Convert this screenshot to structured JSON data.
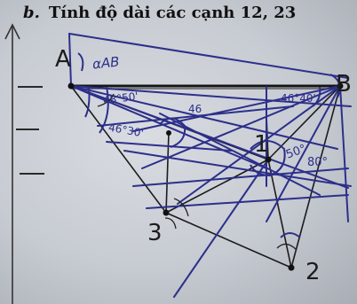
{
  "heading": {
    "part_label": "b.",
    "text": "Tính độ dài các cạnh 12, 23"
  },
  "points": {
    "A": "A",
    "B": "B",
    "p1": "1",
    "p2": "2",
    "p3": "3"
  },
  "annotations": {
    "alpha_ab": "αAB",
    "angle_a1": "48°50'",
    "angle_a2": "46°30'",
    "angle_3": "46",
    "angle_b": "46°40'",
    "angle_1": "50°",
    "angle_1b": "80°"
  },
  "colors": {
    "ink": "#2c2f8a",
    "pencil": "#1a1a1a",
    "paper": "#cfd2d8"
  }
}
